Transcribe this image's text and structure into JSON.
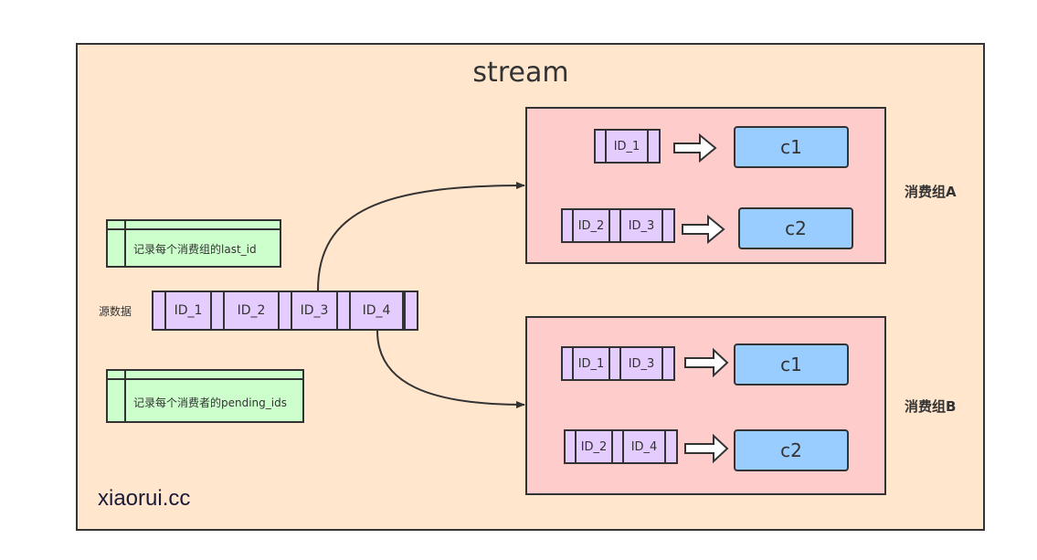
{
  "title": "stream",
  "watermark": "xiaorui.cc",
  "notes": {
    "last_id": "记录每个消费组的last_id",
    "pending_ids": "记录每个消费者的pending_ids"
  },
  "source": {
    "label": "源数据",
    "ids": [
      "ID_1",
      "ID_2",
      "ID_3",
      "ID_4"
    ]
  },
  "groups": [
    {
      "label": "消费组A",
      "consumers": [
        {
          "name": "c1",
          "pending": [
            "ID_1"
          ]
        },
        {
          "name": "c2",
          "pending": [
            "ID_2",
            "ID_3"
          ]
        }
      ]
    },
    {
      "label": "消费组B",
      "consumers": [
        {
          "name": "c1",
          "pending": [
            "ID_1",
            "ID_3"
          ]
        },
        {
          "name": "c2",
          "pending": [
            "ID_2",
            "ID_4"
          ]
        }
      ]
    }
  ],
  "colors": {
    "stream_bg": "#ffe6cc",
    "group_bg": "#ffcccc",
    "note_bg": "#ccffcc",
    "queue_bg": "#e5ccff",
    "consumer_bg": "#99ccff",
    "stroke": "#333333"
  }
}
